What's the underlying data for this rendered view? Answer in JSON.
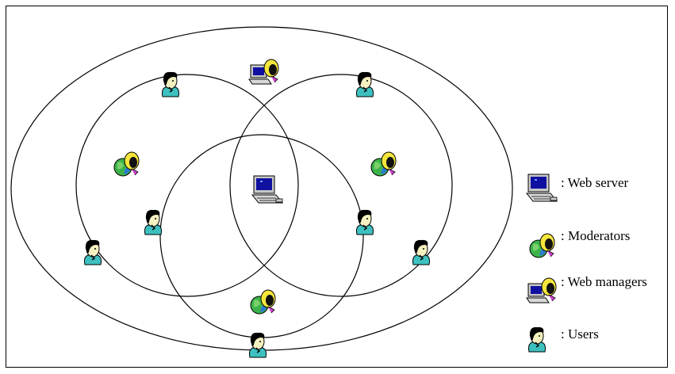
{
  "legend": {
    "web_server": ": Web server",
    "moderators": ": Moderators",
    "web_managers": ": Web managers",
    "users": ": Users"
  },
  "icons": {
    "web_server": "computer-icon",
    "moderator": "globe-person-icon",
    "web_manager": "computer-person-icon",
    "user": "user-head-icon"
  },
  "colors": {
    "screen": "#1010a0",
    "computer": "#c8c8c8",
    "globe": "#3cb34a",
    "face": "#f5e63c",
    "shirt": "#3ec0c0",
    "hair": "#000000"
  }
}
